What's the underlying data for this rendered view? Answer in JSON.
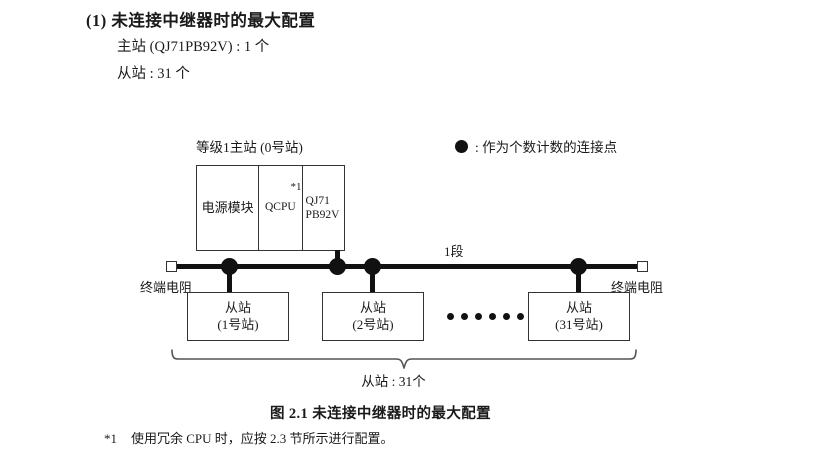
{
  "section": {
    "title": "(1) 未连接中继器时的最大配置",
    "line1": "主站 (QJ71PB92V) : 1 个",
    "line2": "从站 : 31 个"
  },
  "legend": {
    "symbol": "filled-circle",
    "text": ": 作为个数计数的连接点"
  },
  "diagram": {
    "master_label": "等级1主站 (0号站)",
    "rack": {
      "power_module": "电源模块",
      "cpu": "QCPU",
      "cpu_footnote": "*1",
      "network_line1": "QJ71",
      "network_line2": "PB92V"
    },
    "segment_label": "1段",
    "terminator_left": "终端电阻",
    "terminator_right": "终端电阻",
    "slaves": [
      {
        "name": "从站",
        "station": "(1号站)"
      },
      {
        "name": "从站",
        "station": "(2号站)"
      },
      {
        "name": "从站",
        "station": "(31号站)"
      }
    ],
    "ellipsis_count": 6,
    "brace_label": "从站 : 31个",
    "node_dot_count": 4
  },
  "caption": "图 2.1  未连接中继器时的最大配置",
  "footnote": {
    "mark": "*1",
    "text": "使用冗余 CPU 时，应按 2.3 节所示进行配置。"
  },
  "colors": {
    "ink": "#1a1a1a",
    "line": "#333333",
    "node": "#111111",
    "background": "#ffffff"
  }
}
